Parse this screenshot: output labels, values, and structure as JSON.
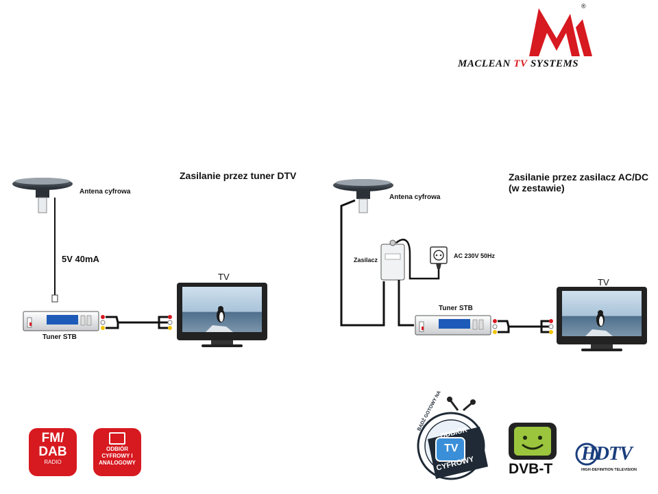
{
  "brand": {
    "part1": "MACLEAN",
    "part2": "TV",
    "part3": "SYSTEMS",
    "registered": "®",
    "logo_color": "#d71920"
  },
  "left_setup": {
    "title": "Zasilanie przez tuner DTV",
    "antenna_label": "Antena cyfrowa",
    "power_label": "5V 40mA",
    "tuner_label": "Tuner STB",
    "tv_label": "TV"
  },
  "right_setup": {
    "title_line1": "Zasilanie przez zasilacz AC/DC",
    "title_line2": "(w zestawie)",
    "antenna_label": "Antena cyfrowa",
    "psu_label": "Zasilacz",
    "mains_label": "AC 230V 50Hz",
    "tuner_label": "Tuner STB",
    "tv_label": "TV"
  },
  "badges": {
    "fm": {
      "line1": "FM/",
      "line2": "DAB",
      "line3": "RADIO"
    },
    "odbior": {
      "line1": "ODBIÓR",
      "line2": "CYFROWY I",
      "line3": "ANALOGOWY"
    },
    "ready": {
      "top": "BĄDŹ GOTOWY NA",
      "mid": "ODBIÓR",
      "tv": "TV",
      "bottom": "CYFROWY"
    },
    "dvbt": {
      "label": "DVB-T"
    },
    "hdtv": {
      "label": "HDTV",
      "sub": "HIGH-DEFINITION TELEVISION"
    }
  },
  "colors": {
    "accent_red": "#d71920",
    "dvbt_green": "#9bc53d",
    "screen_blue": "#1e5bb8"
  }
}
